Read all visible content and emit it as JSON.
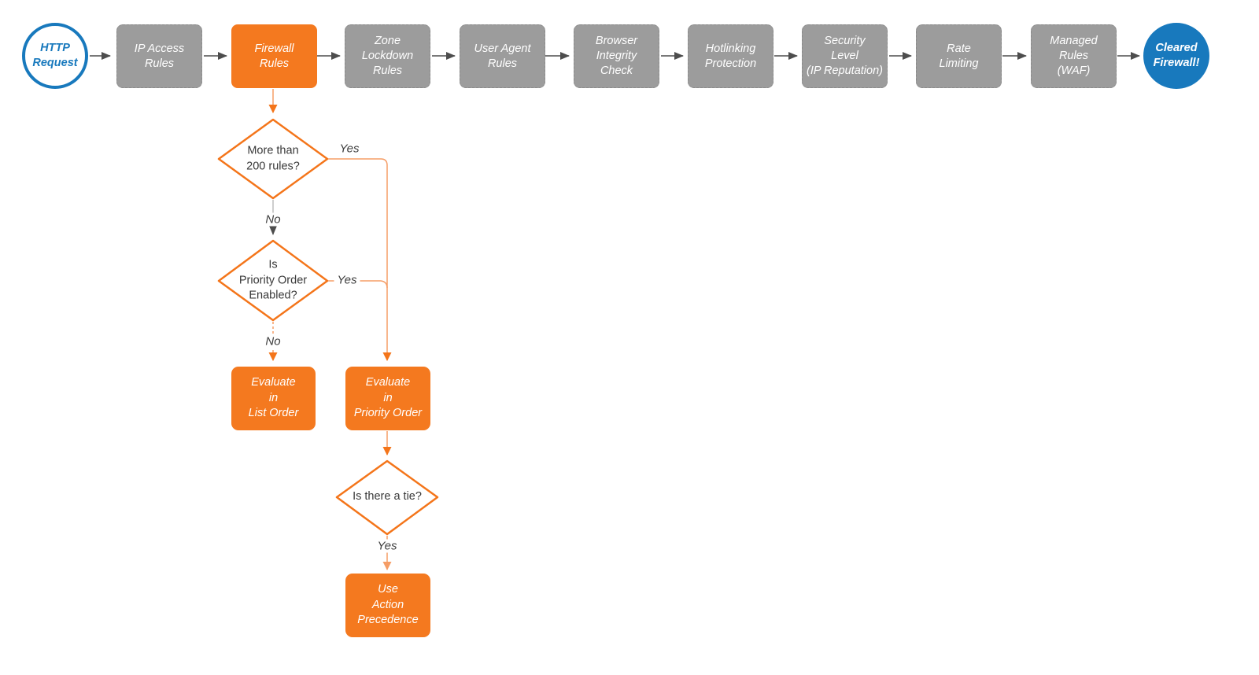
{
  "pipeline": {
    "start_label": "HTTP\nRequest",
    "stages": [
      {
        "label": "IP Access\nRules"
      },
      {
        "label": "Firewall\nRules"
      },
      {
        "label": "Zone\nLockdown\nRules"
      },
      {
        "label": "User Agent\nRules"
      },
      {
        "label": "Browser\nIntegrity\nCheck"
      },
      {
        "label": "Hotlinking\nProtection"
      },
      {
        "label": "Security\nLevel\n(IP Reputation)"
      },
      {
        "label": "Rate\nLimiting"
      },
      {
        "label": "Managed\nRules\n(WAF)"
      }
    ],
    "end_label": "Cleared\nFirewall!"
  },
  "decisions": {
    "rules_200": {
      "question": "More than\n200 rules?",
      "yes_label": "Yes",
      "no_label": "No"
    },
    "priority_enabled": {
      "question": "Is\nPriority Order\nEnabled?",
      "yes_label": "Yes",
      "no_label": "No"
    },
    "tie": {
      "question": "Is there a tie?",
      "yes_label": "Yes"
    }
  },
  "actions": {
    "list_order": {
      "label": "Evaluate\nin\nList Order"
    },
    "priority_order": {
      "label": "Evaluate\nin\nPriority Order"
    },
    "action_precedence": {
      "label": "Use\nAction\nPrecedence"
    }
  },
  "colors": {
    "accent_orange": "#F4791F",
    "connector_orange_light": "#F59D66",
    "node_gray": "#9C9C9C",
    "accent_blue": "#1879BD",
    "connector_dark": "#4D4D4D"
  }
}
